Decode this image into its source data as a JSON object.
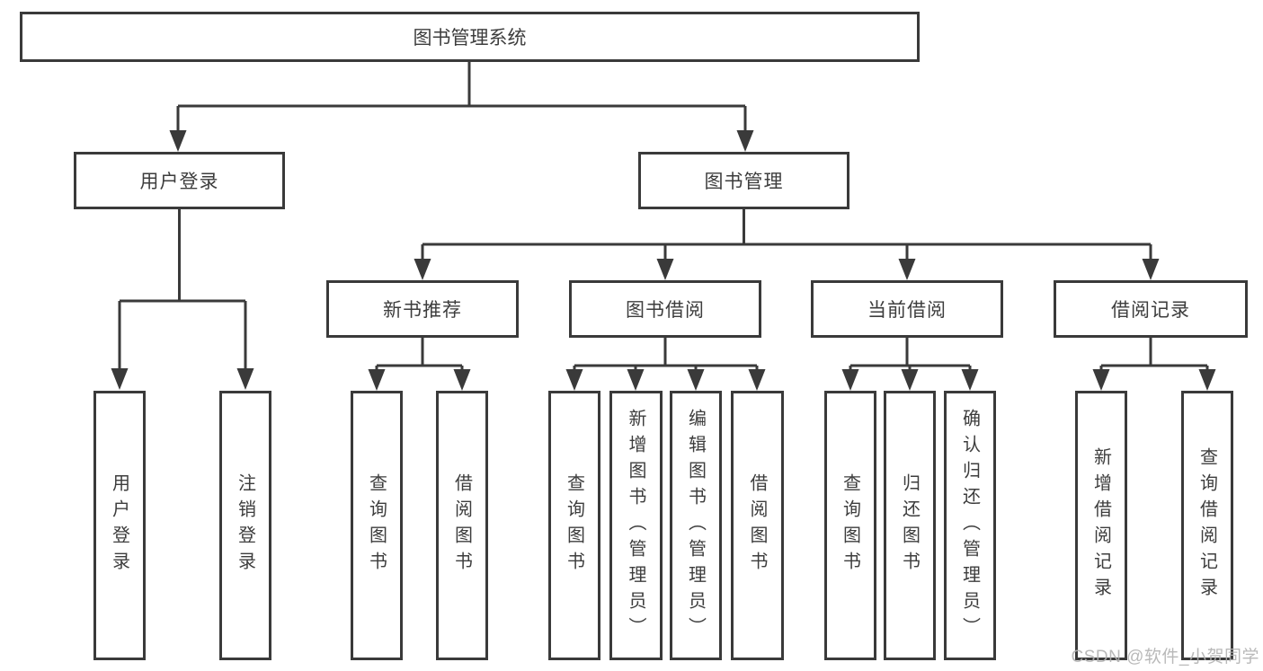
{
  "tree": {
    "root": {
      "label": "图书管理系统"
    },
    "user_login": {
      "label": "用户登录",
      "children": [
        {
          "label": "用户登录"
        },
        {
          "label": "注销登录"
        }
      ]
    },
    "book_management": {
      "label": "图书管理",
      "modules": [
        {
          "label": "新书推荐",
          "children": [
            {
              "label": "查询图书"
            },
            {
              "label": "借阅图书"
            }
          ]
        },
        {
          "label": "图书借阅",
          "children": [
            {
              "label": "查询图书"
            },
            {
              "label": "新增图书（管理员）"
            },
            {
              "label": "编辑图书（管理员）"
            },
            {
              "label": "借阅图书"
            }
          ]
        },
        {
          "label": "当前借阅",
          "children": [
            {
              "label": "查询图书"
            },
            {
              "label": "归还图书"
            },
            {
              "label": "确认归还（管理员）"
            }
          ]
        },
        {
          "label": "借阅记录",
          "children": [
            {
              "label": "新增借阅记录"
            },
            {
              "label": "查询借阅记录"
            }
          ]
        }
      ]
    }
  },
  "watermark": {
    "text": "CSDN @软件_小贺同学"
  },
  "colors": {
    "line": "#3a3a3a",
    "text": "#3d3d3d",
    "box_bg": "#ffffff",
    "watermark": "#b2b2b2",
    "background": "#ffffff"
  }
}
